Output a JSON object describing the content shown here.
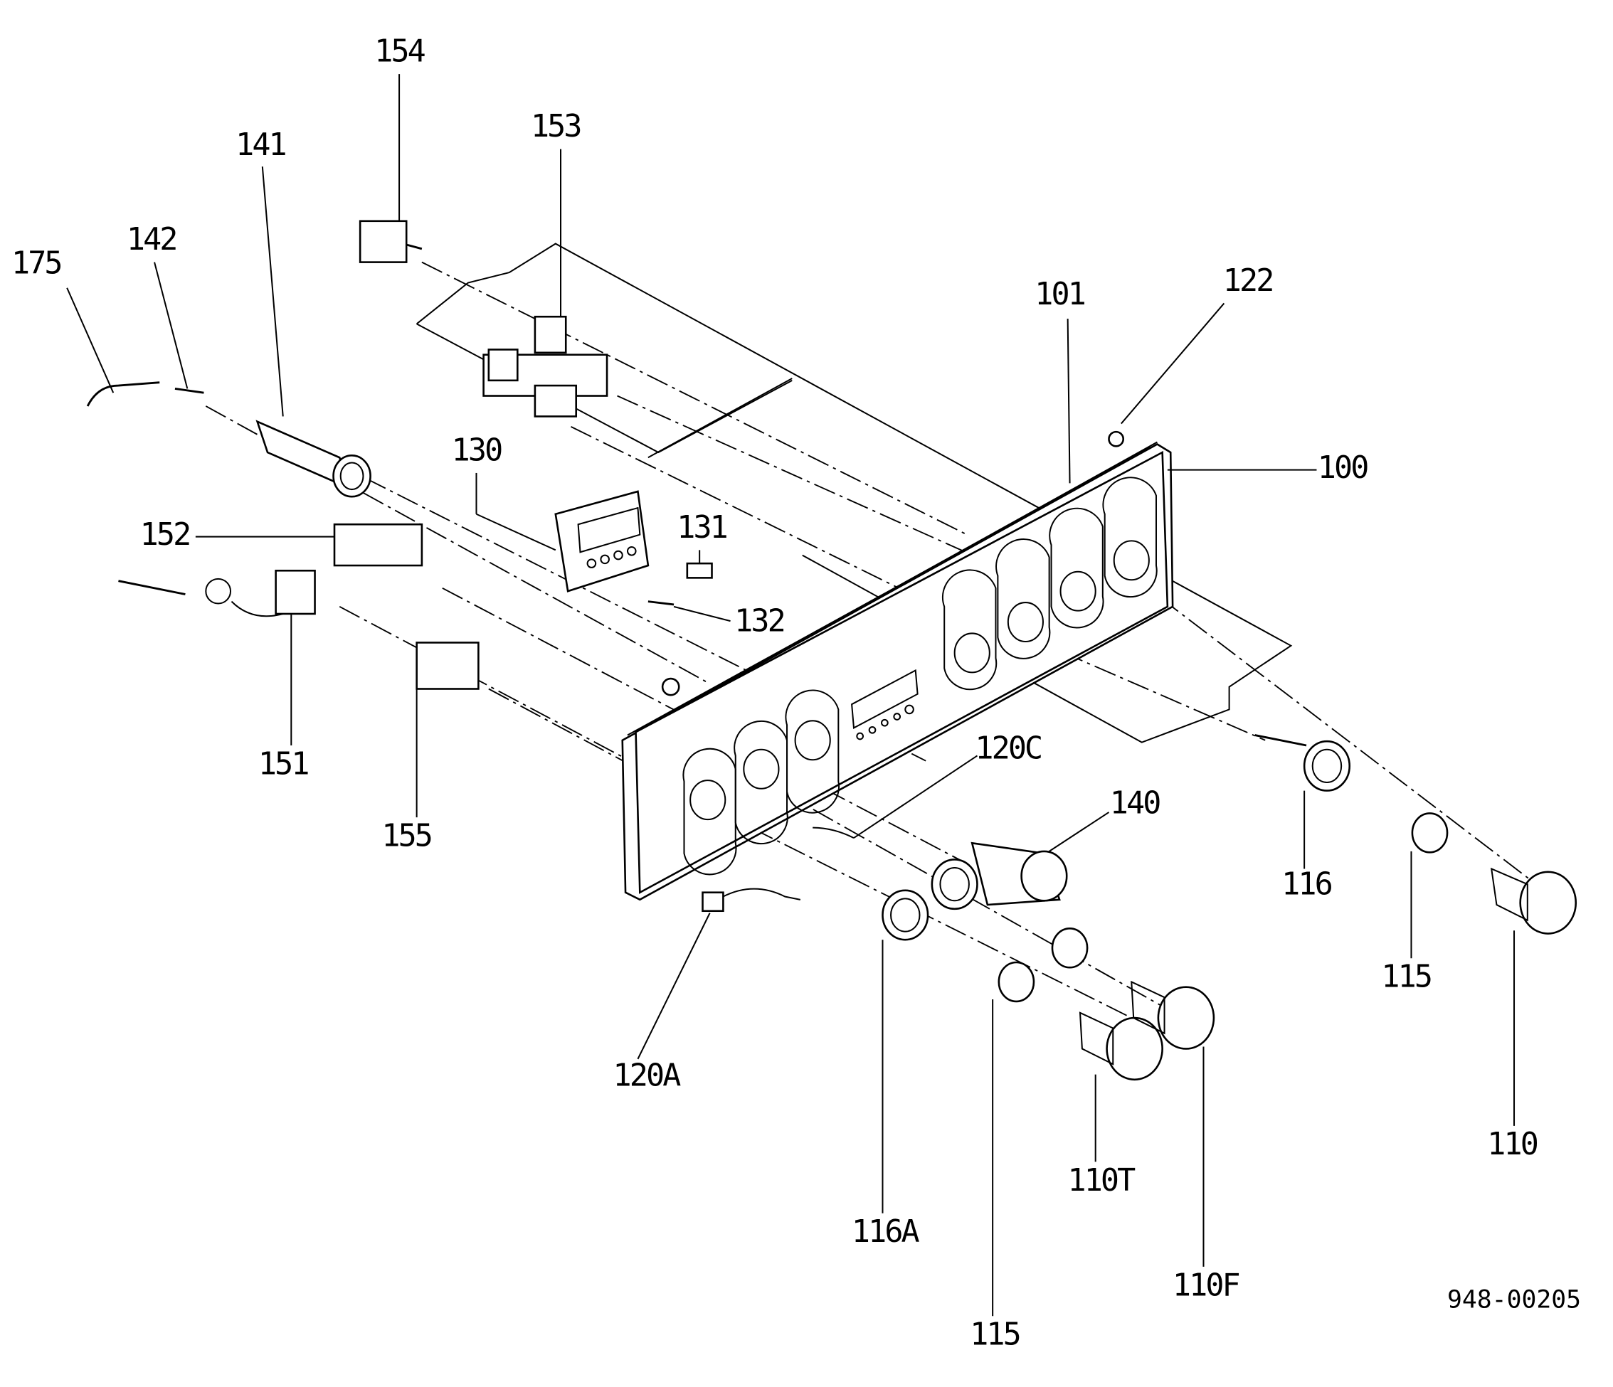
{
  "diagram": {
    "drawing_number": "948-00205",
    "labels": {
      "l154": "154",
      "l153": "153",
      "l141": "141",
      "l142": "142",
      "l175": "175",
      "l101": "101",
      "l122": "122",
      "l100": "100",
      "l130": "130",
      "l131": "131",
      "l152": "152",
      "l132": "132",
      "l151": "151",
      "l155": "155",
      "l120C": "120C",
      "l140": "140",
      "l116": "116",
      "l115a": "115",
      "l110": "110",
      "l120A": "120A",
      "l110T": "110T",
      "l116A": "116A",
      "l110F": "110F",
      "l115b": "115"
    }
  }
}
